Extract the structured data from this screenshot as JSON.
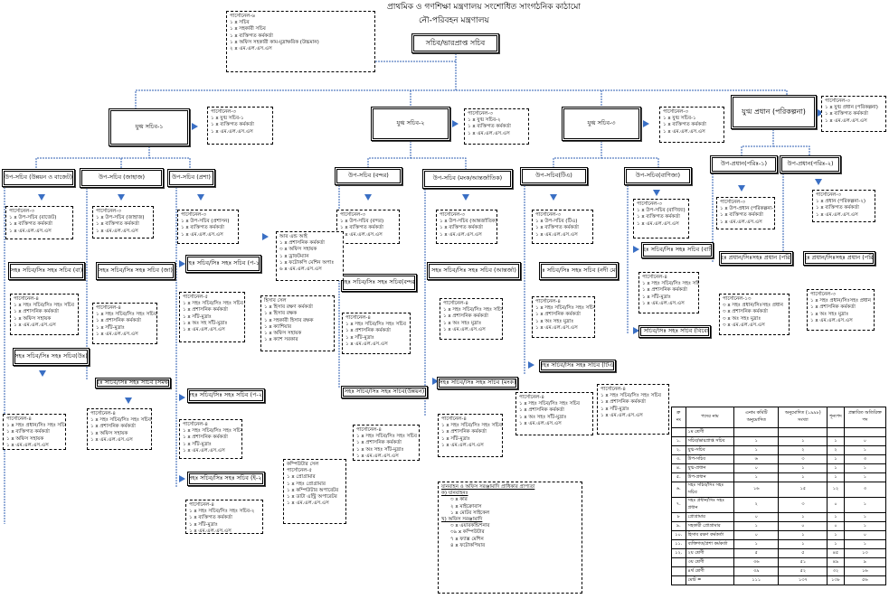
{
  "header": {
    "title": "প্রাথমিক ও গণশিক্ষা মন্ত্রণালয় সংশোধিত সাংগঠনিক কাঠামো",
    "subtitle": "নৌ-পরিবহন মন্ত্রণালয়"
  },
  "nodes": {
    "st0": {
      "kind": "staff",
      "lines": [
        "পার্সোনেল-৬",
        "১ x সচিব",
        "১ x সহকারী সচিব",
        "১ x ব্যক্তিগত কর্মকর্তা",
        "১ x অফিস সহকারী কাম-মুদ্রাক্ষরিক (উচ্চমান)",
        "২ x এম.এল.এস.এস"
      ]
    },
    "sec": {
      "kind": "post",
      "big": true,
      "title": "সচিব/ভারপ্রাপ্ত সচিব"
    },
    "js1": {
      "kind": "post",
      "title": "যুগ্ম সচিব-১"
    },
    "st1": {
      "kind": "staff",
      "lines": [
        "পার্সোনেল-৩",
        "১ x যুগ্ম সচিব-১",
        "১ x ব্যক্তিগত কর্মকর্তা",
        "১ x এম.এল.এস.এস"
      ]
    },
    "js2": {
      "kind": "post",
      "title": "যুগ্ম সচিব-২"
    },
    "st2": {
      "kind": "staff",
      "lines": [
        "পার্সোনেল-৩",
        "১ x যুগ্ম সচিব-২",
        "১ x ব্যক্তিগত কর্মকর্তা",
        "১ x এম.এল.এস.এস"
      ]
    },
    "js3": {
      "kind": "post",
      "title": "যুগ্ম সচিব-৩"
    },
    "st3": {
      "kind": "staff",
      "lines": [
        "পার্সোনেল-৩",
        "১ x যুগ্ম সচিব-১",
        "১ x ব্যক্তিগত কর্মকর্তা",
        "১ x এম.এল.এস.এস"
      ]
    },
    "cp": {
      "kind": "post",
      "big": true,
      "title": "যুগ্ম প্রধান (পরিকল্পনা)"
    },
    "st4": {
      "kind": "staff",
      "lines": [
        "পার্সোনেল-৩",
        "১ x যুগ্ম প্রধান (পরিকল্পনা)",
        "১ x ব্যক্তিগত কর্মকর্তা",
        "১ x এম.এল.এস.এস"
      ]
    },
    "ds1": {
      "kind": "post",
      "title": "উপ-সচিব (উন্নয়ন ও বাজেট)"
    },
    "ds2": {
      "kind": "post",
      "title": "উপ-সচিব (জাহাজ)"
    },
    "ds3": {
      "kind": "post",
      "title": "উপ-সচিব (প্রশা)"
    },
    "ds4": {
      "kind": "post",
      "title": "উপ-সচিব (বন্দর)"
    },
    "ds5": {
      "kind": "post",
      "title": "উপ-সচিব (মংক/আন্তর্জাতিক)"
    },
    "ds6": {
      "kind": "post",
      "title": "উপ-সচিব(টিএ)"
    },
    "ds7": {
      "kind": "post",
      "title": "উপ-সচিব(বাণিজ্য)"
    },
    "dp1": {
      "kind": "post",
      "title": "উপ-প্রধান(পরিঃ-১)"
    },
    "dp2": {
      "kind": "post",
      "title": "উপ-প্রধান(পরিঃ-২)"
    },
    "s_ds1": {
      "kind": "staff",
      "lines": [
        "পার্সোনেল-৩",
        "১ x উপ-সচিব (বাজেট)",
        "১ x ব্যক্তিগত কর্মকর্তা",
        "১ x এম.এল.এস.এস"
      ]
    },
    "s_ds2": {
      "kind": "staff",
      "lines": [
        "পার্সোনেল-৩",
        "১ x উপ-সচিব (জাহাজ)",
        "১ x ব্যক্তিগত কর্মকর্তা",
        "১ x এম.এল.এস.এস"
      ]
    },
    "s_ds3": {
      "kind": "staff",
      "lines": [
        "পার্সোনেল-৩",
        "১ x উপ-সচিব (প্রশাসন)",
        "১ x ব্যক্তিগত কর্মকর্তা",
        "১ x এম.এল.এস.এস"
      ]
    },
    "s_ds4": {
      "kind": "staff",
      "lines": [
        "পার্সোনেল-৩",
        "১ x উপ-সচিব (বন্দর)",
        "১ x ব্যক্তিগত কর্মকর্তা",
        "১ x এম.এল.এস.এস"
      ]
    },
    "s_ds5": {
      "kind": "staff",
      "lines": [
        "পার্সোনেল-৩",
        "১ x উপ-সচিব (আন্তর্জাতিক)",
        "১ x ব্যক্তিগত কর্মকর্তা",
        "১ x এম.এল.এস.এস"
      ]
    },
    "s_ds6": {
      "kind": "staff",
      "lines": [
        "পার্সোনেল-৩",
        "১ x উপ-সচিব (টিএ)",
        "১ x ব্যক্তিগত কর্মকর্তা",
        "১ x এম.এল.এস.এস"
      ]
    },
    "s_ds7": {
      "kind": "staff",
      "lines": [
        "পার্সোনেল-৩",
        "১ x উপ-সচিব (বাণিজ্য)",
        "১ x ব্যক্তিগত কর্মকর্তা",
        "১ x এম.এল.এস.এস"
      ]
    },
    "s_dp1": {
      "kind": "staff",
      "lines": [
        "পার্সোনেল-৩",
        "১ x উপ-প্রধান (পরিকল্পনা-১)",
        "১ x ব্যক্তিগত কর্মকর্তা",
        "১ x এম.এল.এস.এস"
      ]
    },
    "s_dp2": {
      "kind": "staff",
      "lines": [
        "পার্সোনেল-৩",
        "১ x প্রধান (পরিকল্পনা-২)",
        "১ x ব্যক্তিগত কর্মকর্তা",
        "১ x এম.এল.এস.এস"
      ]
    },
    "as1": {
      "kind": "post",
      "title": "সহঃ সচিব/সিঃ সহঃ সচিব (বা)"
    },
    "as2": {
      "kind": "post",
      "title": "সহঃ সচিব/সিঃ সহঃ সচিব (জা)"
    },
    "as3": {
      "kind": "post",
      "title": "সহঃ সচিব/সিঃ সহঃ সচিব (প-১)"
    },
    "as4": {
      "kind": "post",
      "title": "সহঃ সচিব/সিঃ সহঃ সচিব(বন্দর)"
    },
    "as5": {
      "kind": "post",
      "title": "সহঃ সচিব/সিঃ সহঃ সচিব (আন্তর্জা)"
    },
    "as6": {
      "kind": "post",
      "title": "সহঃ সচিব/সিঃ সহঃ সচিব (নদী মেরা)"
    },
    "as7": {
      "kind": "post",
      "title": "সহঃ সচিব/সিঃ সহঃ সচিব (বাণি)"
    },
    "ap1": {
      "kind": "post",
      "title": "সহঃ প্রধান/সিঃসহঃ প্রধান (পরিঃ)"
    },
    "ap2": {
      "kind": "post",
      "title": "সহঃ প্রধান/সিঃসহঃ প্রধান (পরিঃ)"
    },
    "s_as1": {
      "kind": "staff",
      "lines": [
        "পার্সোনেল-৪",
        "১ x সহঃ সচিব/সিঃ সহঃ সচিব",
        "১ x প্রশাসনিক কর্মকর্তা",
        "১ x অফিস সহায়ক",
        "১ x এম.এল.এস.এস"
      ]
    },
    "s_as2": {
      "kind": "staff",
      "lines": [
        "পার্সোনেল-৪",
        "১ x সহঃ সচিব/সিঃ সহঃ সচিব",
        "১ x প্রশাসনিক কর্মকর্তা",
        "১ x সাঁট-মুদ্রাঃ",
        "১ x এম.এল.এস.এস"
      ]
    },
    "s_as3": {
      "kind": "staff",
      "lines": [
        "পার্সোনেল-৫",
        "১ x সহঃ সচিব/সিঃ সহঃ সচিব",
        "১ x প্রশাসনিক কর্মকর্তা",
        "১ x সাঁট-মুদ্রাঃ",
        "১ x অঃ সহ সাঁট-মুদ্রাঃ",
        "১ x এম.এল.এস.এস"
      ]
    },
    "ict": {
      "kind": "staff",
      "lines": [
        "আর এন্ড আই",
        "১ x প্রশাসনিক কর্মকর্তা",
        "৩ x অফিস সহায়ক",
        "১ x ড্রাফটম্যান",
        "১ x ফটোকপি মেশিন অপাঃ",
        "৬ x এম.এল.এস.এস"
      ]
    },
    "acc": {
      "kind": "staff",
      "lines": [
        "হিসাব সেল",
        "১ x হিসাব রক্ষণ কর্মকর্তা",
        "১ x হিসাব রক্ষক",
        "১ x সহকারী হিসাব রক্ষক",
        "১ x ক্যাশিয়ার",
        "১ x অফিস সহায়ক",
        "১ x ক্যাশ সরকার"
      ]
    },
    "s_as4": {
      "kind": "staff",
      "lines": [
        "পার্সোনেল-৪",
        "১ x সহঃ সচিব/সিঃ সহঃ সচিব",
        "১ x প্রশাসনিক কর্মকর্তা",
        "১ x সাঁট-মুদ্রাঃ",
        "১ x এম.এল.এস.এস"
      ]
    },
    "s_as5": {
      "kind": "staff",
      "lines": [
        "পার্সোনেল-৪",
        "১ x সহঃ সচিব/সিঃ সহঃ সচিব",
        "১ x প্রশাসনিক কর্মকর্তা",
        "১ x অঃ সহঃ মুদ্রাঃ",
        "১ x এম.এল.এস.এস"
      ]
    },
    "s_as6": {
      "kind": "staff",
      "lines": [
        "পার্সোনেল-৪",
        "১ x সহঃ সচিব/সিঃ সহঃ সচিব",
        "১ x প্রশাসনিক কর্মকর্তা",
        "১ x অঃ সহঃ মুদ্রাঃ",
        "১ x এম.এল.এস.এস"
      ]
    },
    "s_as7": {
      "kind": "staff",
      "lines": [
        "পার্সোনেল-৪",
        "১ x সহঃ সচিব/সিঃ সহঃ সচিব",
        "১ x প্রশাসনিক কর্মকর্তা",
        "১ x সাঁট-মুদ্রাঃ",
        "১ x এম.এল.এস.এস"
      ]
    },
    "s_ap1": {
      "kind": "staff",
      "lines": [
        "পার্সোনেল-১৩",
        "৩ x সহঃ প্রধান/সিঃসহঃ প্রধান",
        "৩ x প্রশাসনিক কর্মকর্তা",
        "৩ x অঃ সহঃ মুদ্রাঃ",
        "৩ x এম.এল.এস.এস"
      ]
    },
    "s_ap2": {
      "kind": "staff",
      "lines": [
        "পার্সোনেল-৩",
        "১ x সহঃ প্রধান/সিঃসহঃ প্রধান",
        "১ x প্রশাসনিক কর্মকর্তা",
        "১ x অঃ সহঃ মুদ্রাঃ",
        "১ x এম.এল.এস.এস"
      ]
    },
    "bs1": {
      "kind": "post",
      "title": "সহঃ সচিব/সিঃ সহঃ সচিব(উঃ)"
    },
    "bs2": {
      "kind": "post",
      "title": "সহঃ সচিব/সিঃ সহঃ সচিব (সমন্বয়)"
    },
    "bs3": {
      "kind": "post",
      "title": "সহঃ সচিব/সিঃ সহঃ সচিব (প-২)"
    },
    "bs4": {
      "kind": "post",
      "title": "সহঃ সচিব/সিঃ সহঃ সচিব(উন্নয়ন)"
    },
    "bs5": {
      "kind": "post",
      "title": "সহঃ সচিব/সিঃ সহঃ সচিব (মংক)"
    },
    "bs6": {
      "kind": "post",
      "title": "সহঃ সচিব/সিঃ সহঃ সচিব (টিএ)"
    },
    "bs7": {
      "kind": "post",
      "title": "সহঃ সচিব/সিঃ সহঃ সচিব (বিবেচনা)"
    },
    "bs8": {
      "kind": "post",
      "title": "সহঃ সচিব/সিঃ সহঃ সচিব (ই-২)"
    },
    "s_bs1": {
      "kind": "staff",
      "lines": [
        "পার্সোনেল-৪",
        "১ x সহঃ প্রধান/সিঃ সহঃ সচিব",
        "১ x ব্যক্তিগত কর্মকর্তা",
        "১ x অফিস সহায়ক",
        "১ x এম.এল.এস.এস"
      ]
    },
    "s_bs2": {
      "kind": "staff",
      "lines": [
        "পার্সোনেল-৪",
        "১ x সহঃ সচিব/সিঃ সহঃ সচিব-১",
        "১ x প্রশাসনিক কর্মকর্তা",
        "১ x অফিস সহায়ক",
        "১ x এম.এল.এস.এস"
      ]
    },
    "s_bs3": {
      "kind": "staff",
      "lines": [
        "পার্সোনেল-৪",
        "১ x সহঃ সচিব/সিঃ সহঃ সচিব",
        "১ x প্রশাসনিক কর্মকর্তা",
        "১ x সাঁট-মুদ্রাঃ",
        "১ x এম.এল.এস.এস"
      ]
    },
    "s_bs4": {
      "kind": "staff",
      "lines": [
        "পার্সোনেল-৪",
        "১ x সহঃ সচিব/সিঃ সহঃ সচিব",
        "১ x প্রশাসনিক কর্মকর্তা",
        "১ x অঃ সহঃ সাঁট-মুদ্রাঃ",
        "১ x এম.এল.এস.এস"
      ]
    },
    "s_bs5": {
      "kind": "staff",
      "lines": [
        "পার্সোনেল-৪",
        "১ x সহঃ সচিব/সিঃ সহঃ সচিব",
        "১ x প্রশাসনিক কর্মকর্তা",
        "১ x সাঁট-মুদ্রাঃ",
        "১ x এম.এল.এস.এস"
      ]
    },
    "s_bs6": {
      "kind": "staff",
      "lines": [
        "পার্সোনেল-৪",
        "১ x সহঃ সচিব/সিঃ সহঃ সচিব",
        "১ x প্রশাসনিক কর্মকর্তা",
        "১ x অঃ সহঃ সাঁট-মুদ্রাঃ",
        "১ x এম.এল.এস.এস"
      ]
    },
    "s_bs7": {
      "kind": "staff",
      "lines": [
        "পার্সোনেল-৪",
        "১ x সহঃ সচিব/সিঃ সহঃ সচিব",
        "১ x প্রশাসনিক কর্মকর্তা",
        "১ x সাঁট-মুদ্রাঃ",
        "১ x এম.এল.এস.এস"
      ]
    },
    "s_bs8": {
      "kind": "staff",
      "lines": [
        "পার্সোনেল-৪",
        "১ x সহঃ সচিব/সিঃ সহঃ সচিব-২",
        "১ x ব্যক্তিগত কর্মকর্তা",
        "১ x সাঁট-মুদ্রাঃ",
        "১ x এম.এল.এস.এস"
      ]
    },
    "comp": {
      "kind": "staff",
      "lines": [
        "কম্পিউটার সেল",
        "পার্সোনেল-৫",
        "১ x প্রোগ্রামার",
        "১ x সহঃ প্রোগ্রামার",
        "১ x কম্পিউটার অপারেটর",
        "১ x ডাটা এন্ট্রি অপারেটর",
        "১ x এম.এল.এস.এস"
      ]
    },
    "vehicles": {
      "kind": "staff",
      "lines": [
        "যানবাহন ও অফিস সরঞ্জামাদি প্রাধিকার প্রাপ্যতা",
        "ক) যানবাহনঃ",
        "৩ x কার",
        "২ x মাইক্রোবাস",
        "১ x মোটর সাইকেল",
        "খ) অফিস সরঞ্জামাদি",
        "৩ x এয়ারকন্ডিশনার",
        "৩৯ x কম্পিউটার",
        "৭ x ফ্যাক্স মেশিন",
        "৪ x ফটোকপিয়ার"
      ]
    }
  },
  "summary_table": {
    "headers": [
      "ক্র নং",
      "পদের নাম",
      "এনাম কমিটি অনুমোদিত",
      "অনুমোদিত (১৯৯৮) সংখ্যা",
      "শূন্যপদ",
      "প্রস্তাবিত অতিরিক্ত পদ"
    ],
    "rows": [
      [
        "",
        "১ম শ্রেণী",
        "",
        "",
        "",
        ""
      ],
      [
        "১.",
        "সচিব/ভারপ্রাপ্ত সচিব",
        "১",
        "১",
        "১",
        "০"
      ],
      [
        "২.",
        "যুগ্ম-সচিব",
        "১",
        "২",
        "২",
        "১"
      ],
      [
        "৩.",
        "উপ-সচিব",
        "৬",
        "৩",
        "১",
        "৩"
      ],
      [
        "৪.",
        "যুগ্ম-প্রধান",
        "০",
        "১",
        "১",
        "১"
      ],
      [
        "৫.",
        "উপ-প্রধান",
        "১",
        "১",
        "১",
        "১"
      ],
      [
        "৬.",
        "সহঃ সচিব/সিঃ সহঃ সচিব",
        "১৬",
        "১৫",
        "১২",
        "৩"
      ],
      [
        "৭.",
        "সহঃ প্রধান/সিঃ সহঃ প্রধান",
        "২",
        "৩",
        "০",
        "১"
      ],
      [
        "৮",
        "প্রোগ্রামার",
        "০",
        "১",
        "১",
        "১"
      ],
      [
        "৯.",
        "সহকারী প্রোগ্রামার",
        "১",
        "০",
        "০",
        "১"
      ],
      [
        "১০.",
        "হিসাব রক্ষণ কর্মকর্তা",
        "০",
        "১",
        "১",
        "০"
      ],
      [
        "১১.",
        "ব্যক্তিগত/প্রশা কর্মকর্তা",
        "১",
        "১",
        "১",
        "১"
      ],
      [
        "১২.",
        "২য় শ্রেণী",
        "৫",
        "৫",
        "৪৫",
        "১৩"
      ],
      [
        "",
        "৩য় শ্রেণী",
        "৩৬",
        "৫১",
        "৪৯",
        "৯"
      ],
      [
        "",
        "৪র্থ শ্রেণী",
        "৩৯",
        "৫২",
        "৩২",
        "১৬"
      ],
      [
        "",
        "মোট =",
        "১১১",
        "১৩৭",
        "১৩৮",
        "৫৬"
      ]
    ]
  }
}
